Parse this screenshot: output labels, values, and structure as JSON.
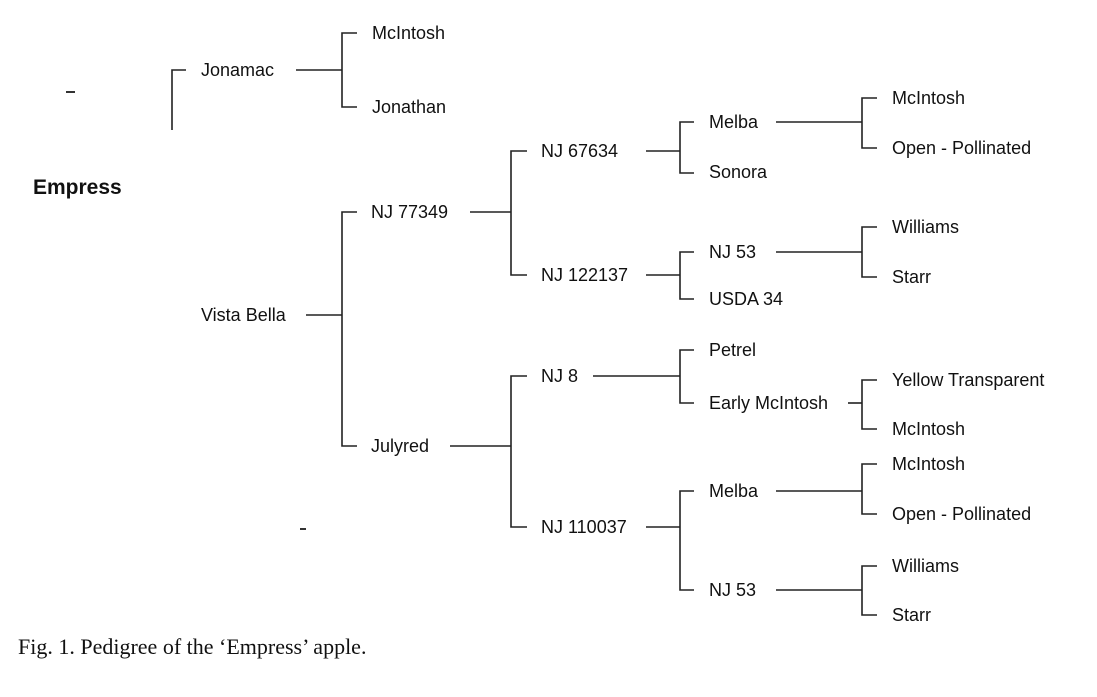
{
  "root": "Empress",
  "caption": "Fig. 1. Pedigree of the ‘Empress’ apple.",
  "nodes": {
    "jonamac": "Jonamac",
    "mcintosh_1": "McIntosh",
    "jonathan": "Jonathan",
    "vista_bella": "Vista Bella",
    "nj77349": "NJ 77349",
    "julyred": "Julyred",
    "nj67634": "NJ 67634",
    "nj122137": "NJ 122137",
    "nj8": "NJ 8",
    "nj110037": "NJ 110037",
    "melba_1": "Melba",
    "sonora": "Sonora",
    "nj53_1": "NJ 53",
    "usda34": "USDA 34",
    "petrel": "Petrel",
    "early_mcintosh": "Early McIntosh",
    "melba_2": "Melba",
    "nj53_2": "NJ 53",
    "mcintosh_2": "McIntosh",
    "open_pollinated_1": "Open - Pollinated",
    "williams_1": "Williams",
    "starr_1": "Starr",
    "yellow_transparent": "Yellow Transparent",
    "mcintosh_3": "McIntosh",
    "mcintosh_4": "McIntosh",
    "open_pollinated_2": "Open - Pollinated",
    "williams_2": "Williams",
    "starr_2": "Starr"
  }
}
